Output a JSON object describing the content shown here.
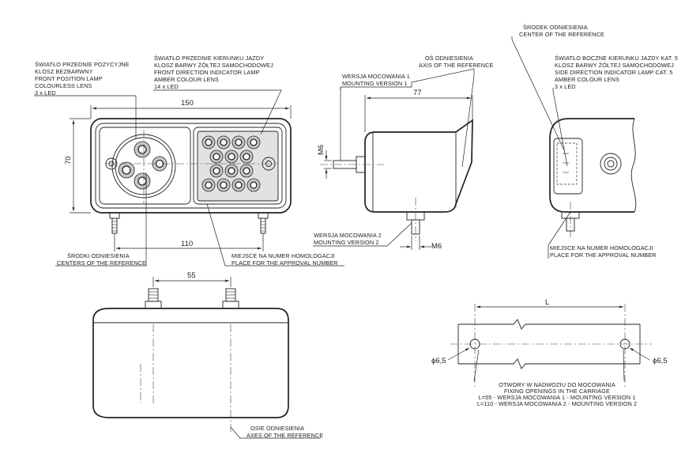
{
  "labels": {
    "front_position": [
      "ŚWIATŁO PRZEDNIE POZYCYJNE",
      "KLOSZ BEZBARWNY",
      "FRONT POSITION LAMP",
      "COLOURLESS LENS",
      "3 x LED"
    ],
    "front_direction": [
      "ŚWIATŁO PRZEDNIE KIERUNKU JAZDY",
      "KLOSZ BARWY ŻÓŁTEJ SAMOCHODOWEJ",
      "FRONT DIRECTION INDICATOR LAMP",
      "AMBER COLOUR LENS",
      "14 x LED"
    ],
    "axis_reference": [
      "OŚ ODNIESIENIA",
      "AXIS OF THE REFERENCE"
    ],
    "mounting_version_1": [
      "WERSJA MOCOWANIA 1",
      "MOUNTING VERSION 1"
    ],
    "center_reference": [
      "ŚRODEK ODNIESIENIA",
      "CENTER OF THE REFERENCE"
    ],
    "side_direction": [
      "ŚWIATŁO BOCZNE KIERUNKU JAZDY KAT. 5",
      "KLOSZ BARWY ŻÓŁTEJ SAMOCHODOWEJ",
      "SIDE DIRECTION INDICATOR LAMP CAT. 5",
      "AMBER COLOUR LENS",
      "3 x LED"
    ],
    "mounting_version_2": [
      "WERSJA MOCOWANIA 2",
      "MOUNTING VERSION 2"
    ],
    "centers_reference": [
      "ŚRODKI ODNIESIENIA",
      "CENTERS OF THE REFERENCE"
    ],
    "approval_front": [
      "MIEJSCE NA NUMER HOMOLOGACJI",
      "PLACE FOR THE APPROVAL NUMBER"
    ],
    "approval_side": [
      "MIEJSCE NA NUMER HOMOLOGACJI",
      "PLACE FOR THE APPROVAL NUMBER"
    ],
    "axes_reference": [
      "OSIE ODNIESIENIA",
      "AXES OF THE REFERENCE"
    ],
    "fixing_openings": [
      "OTWORY W NADWOZIU DO MOCOWANIA",
      "FIXING OPENINGS IN THE CARRIAGE",
      "L=55 - WERSJA MOCOWANIA 1 - MOUNTING VERSION 1",
      "L=110 - WERSJA MOCOWANIA 2 - MOUNTING VERSION 2"
    ]
  },
  "dimensions": {
    "width_150": "150",
    "height_70": "70",
    "spacing_110": "110",
    "depth_77": "77",
    "thread_m6_top": "M6",
    "thread_m6_bottom": "M6",
    "spacing_55": "55",
    "length_l": "L",
    "hole_left": "ϕ6,5",
    "hole_right": "ϕ6,5"
  }
}
